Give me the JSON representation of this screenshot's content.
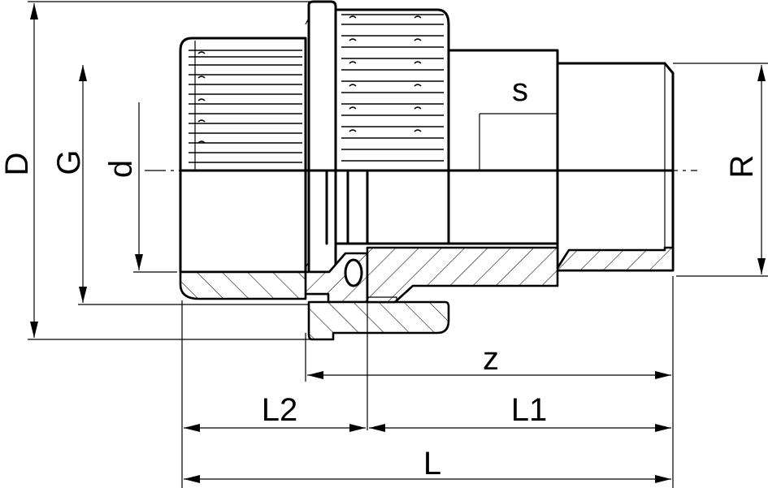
{
  "drawing": {
    "labels": {
      "D": "D",
      "G": "G",
      "d": "d",
      "s": "s",
      "R": "R",
      "z": "z",
      "L2": "L2",
      "L1": "L1",
      "L": "L"
    }
  }
}
